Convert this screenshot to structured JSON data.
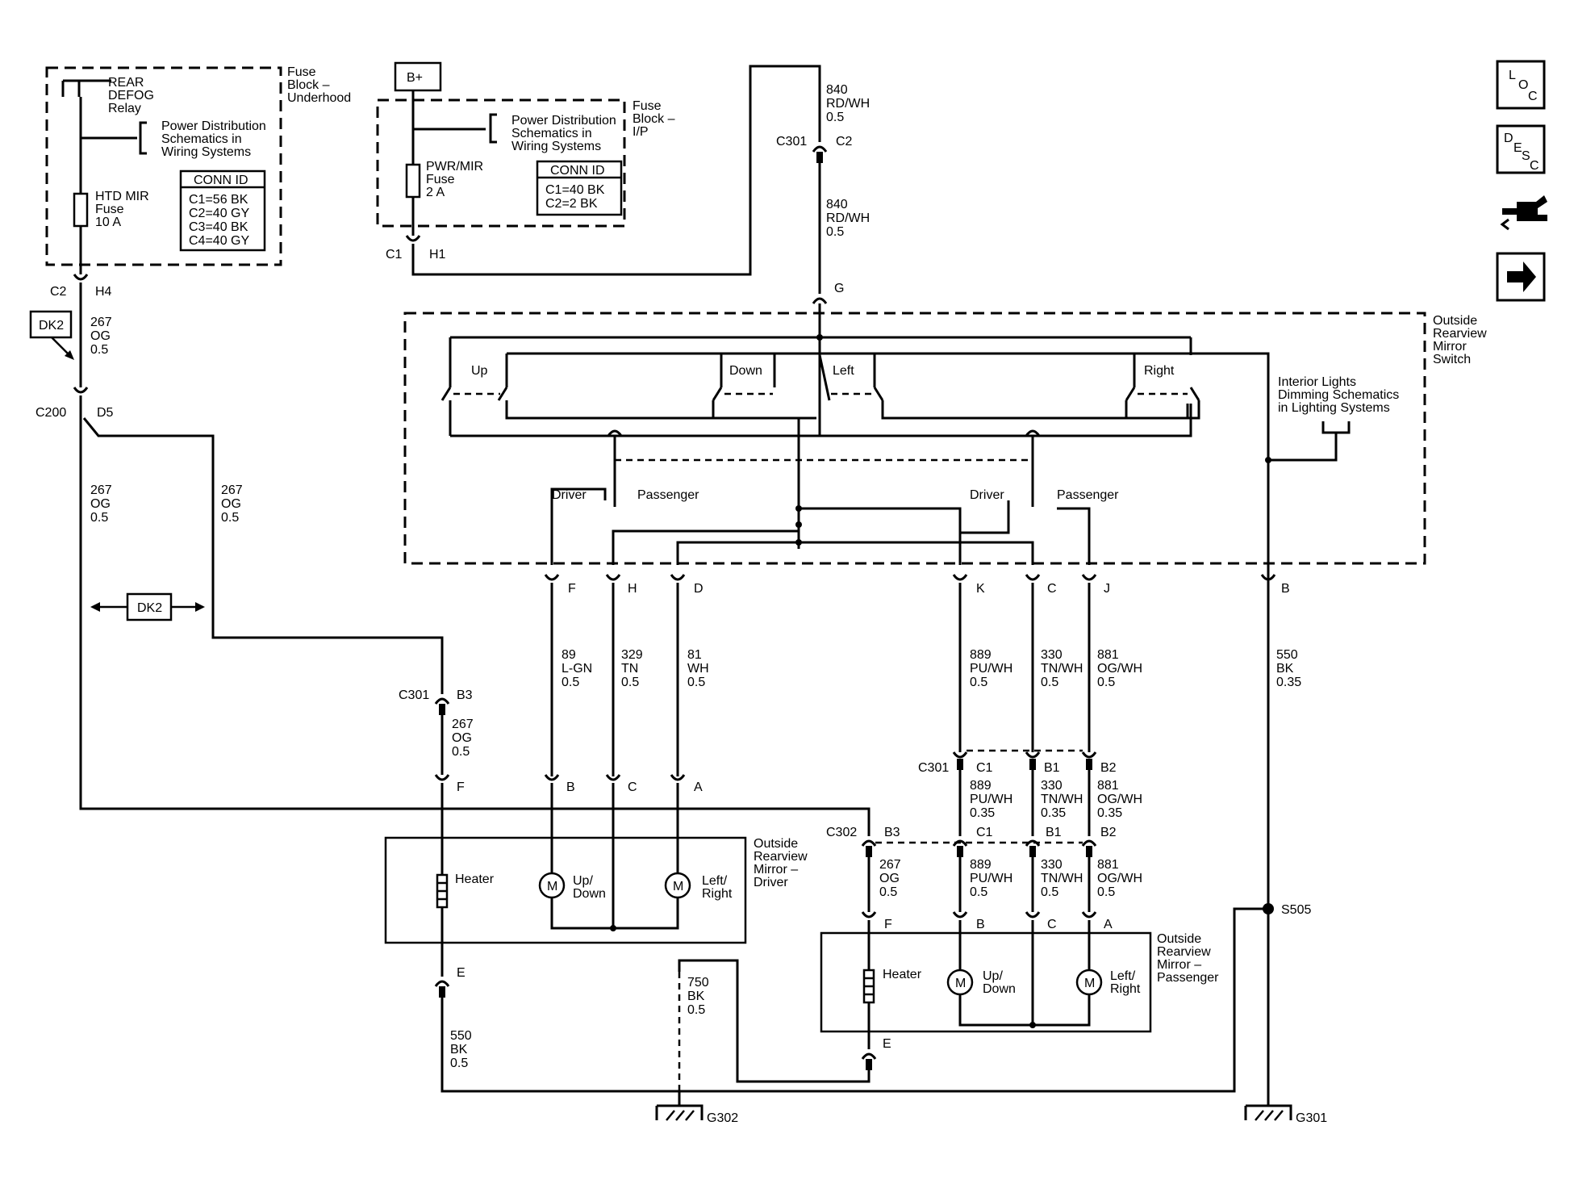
{
  "fuse_block_underhood": {
    "title": "Fuse Block – Underhood",
    "relay": "REAR DEFOG Relay",
    "pds_ref": "Power Distribution Schematics in Wiring Systems",
    "fuse": "HTD MIR Fuse 10 A",
    "conn_id": {
      "header": "CONN ID",
      "rows": [
        "C1=56 BK",
        "C2=40 GY",
        "C3=40 BK",
        "C4=40 GY"
      ]
    }
  },
  "fuse_block_ip": {
    "battery": "B+",
    "title": "Fuse Block – I/P",
    "pds_ref": "Power Distribution Schematics in Wiring Systems",
    "fuse": "PWR/MIR Fuse 2 A",
    "conn_id": {
      "header": "CONN ID",
      "rows": [
        "C1=40 BK",
        "C2=2 BK"
      ]
    }
  },
  "connectors": {
    "c2": "C2",
    "h4": "H4",
    "c1": "C1",
    "h1": "H1",
    "c200": "C200",
    "d5": "D5",
    "c301_top": "C301",
    "c2_top": "C2",
    "g": "G",
    "c301_b3": "C301",
    "b3": "B3",
    "c301_right": "C301",
    "c1_r": "C1",
    "b1_r": "B1",
    "b2_r": "B2",
    "c302": "C302",
    "b3_302": "B3",
    "c1_302": "C1",
    "b1_302": "B1",
    "b2_302": "B2"
  },
  "dk2_label": "DK2",
  "wires": {
    "w267_top": [
      "267",
      "OG",
      "0.5"
    ],
    "w267_left": [
      "267",
      "OG",
      "0.5"
    ],
    "w267_mid": [
      "267",
      "OG",
      "0.5"
    ],
    "w267_c301": [
      "267",
      "OG",
      "0.5"
    ],
    "w267_c302": [
      "267",
      "OG",
      "0.5"
    ],
    "w840_top": [
      "840",
      "RD/WH",
      "0.5"
    ],
    "w840_mid": [
      "840",
      "RD/WH",
      "0.5"
    ],
    "w89": [
      "89",
      "L-GN",
      "0.5"
    ],
    "w329": [
      "329",
      "TN",
      "0.5"
    ],
    "w81": [
      "81",
      "WH",
      "0.5"
    ],
    "w889": [
      "889",
      "PU/WH",
      "0.5"
    ],
    "w330": [
      "330",
      "TN/WH",
      "0.5"
    ],
    "w881": [
      "881",
      "OG/WH",
      "0.5"
    ],
    "w550_right": [
      "550",
      "BK",
      "0.35"
    ],
    "w889_35": [
      "889",
      "PU/WH",
      "0.35"
    ],
    "w330_35": [
      "330",
      "TN/WH",
      "0.35"
    ],
    "w881_35": [
      "881",
      "OG/WH",
      "0.35"
    ],
    "w889_b": [
      "889",
      "PU/WH",
      "0.5"
    ],
    "w330_b": [
      "330",
      "TN/WH",
      "0.5"
    ],
    "w881_b": [
      "881",
      "OG/WH",
      "0.5"
    ],
    "w550_left": [
      "550",
      "BK",
      "0.5"
    ],
    "w750": [
      "750",
      "BK",
      "0.5"
    ]
  },
  "switch": {
    "title": "Outside Rearview Mirror Switch",
    "up": "Up",
    "down": "Down",
    "left": "Left",
    "right": "Right",
    "driver1": "Driver",
    "passenger1": "Passenger",
    "driver2": "Driver",
    "passenger2": "Passenger",
    "interior_ref": "Interior Lights Dimming Schematics in Lighting Systems",
    "pins": {
      "f": "F",
      "h": "H",
      "d": "D",
      "k": "K",
      "c": "C",
      "j": "J",
      "b": "B"
    }
  },
  "driver_mirror": {
    "title": "Outside Rearview Mirror – Driver",
    "heater": "Heater",
    "updown": "Up/ Down",
    "leftright": "Left/ Right",
    "pins": {
      "f": "F",
      "b": "B",
      "c": "C",
      "a": "A",
      "e": "E"
    },
    "motor": "M"
  },
  "passenger_mirror": {
    "title": "Outside Rearview Mirror – Passenger",
    "heater": "Heater",
    "updown": "Up/ Down",
    "leftright": "Left/ Right",
    "pins": {
      "f": "F",
      "b": "B",
      "c": "C",
      "a": "A",
      "e": "E"
    },
    "motor": "M"
  },
  "splice": "S505",
  "grounds": {
    "g302": "G302",
    "g301": "G301"
  },
  "nav_icons": [
    "loc-icon",
    "desc-icon",
    "connector-icon",
    "next-arrow-icon"
  ]
}
